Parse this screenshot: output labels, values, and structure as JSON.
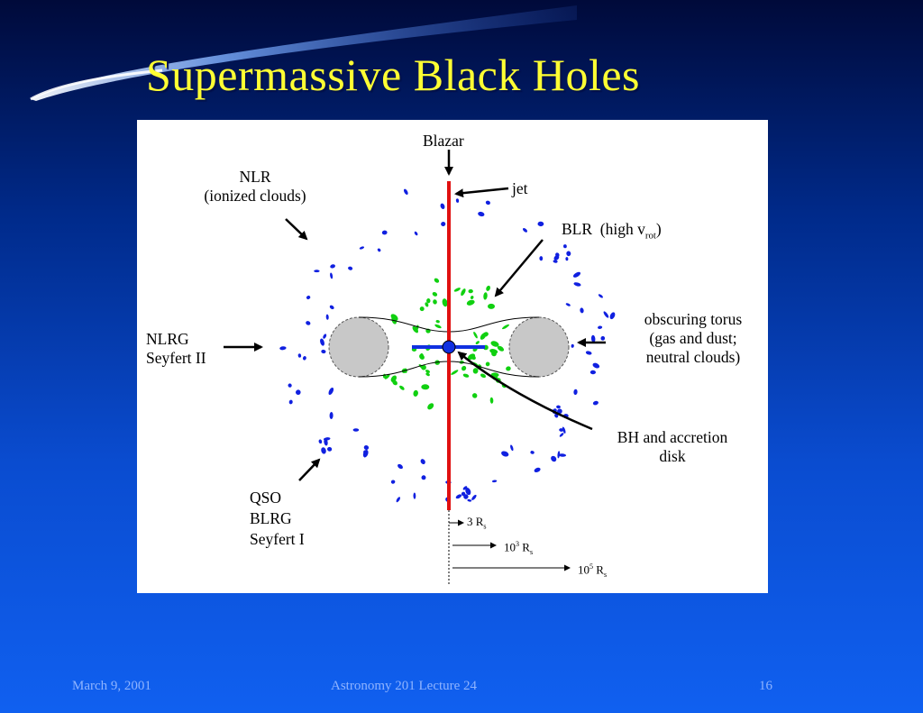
{
  "slide": {
    "title": "Supermassive Black Holes"
  },
  "diagram": {
    "labels": {
      "blazar": "Blazar",
      "jet": "jet",
      "nlr": "NLR",
      "nlr_sub": "(ionized clouds)",
      "blr": "BLR",
      "blr_note_prefix": "(high v",
      "blr_note_sub": "rot",
      "blr_note_suffix": ")",
      "nlrg": "NLRG",
      "seyfert2": "Seyfert II",
      "torus_1": "obscuring torus",
      "torus_2": "(gas and dust;",
      "torus_3": "neutral clouds)",
      "bh_1": "BH and accretion",
      "bh_2": "disk",
      "qso": "QSO",
      "blrg": "BLRG",
      "seyfert1": "Seyfert I"
    },
    "scale": [
      {
        "coef": "3 R",
        "exp": "",
        "sub": "s"
      },
      {
        "coef": "10",
        "exp": "3",
        "unit": " R",
        "sub": "s"
      },
      {
        "coef": "10",
        "exp": "5",
        "unit": " R",
        "sub": "s"
      }
    ],
    "colors": {
      "jet": "#e01010",
      "nlr_clouds": "#1020e0",
      "blr_clouds": "#10d010",
      "torus": "#c8c8c8",
      "disk": "#1030e0"
    }
  },
  "footer": {
    "date": "March 9, 2001",
    "course": "Astronomy 201 Lecture 24",
    "page": "16"
  }
}
